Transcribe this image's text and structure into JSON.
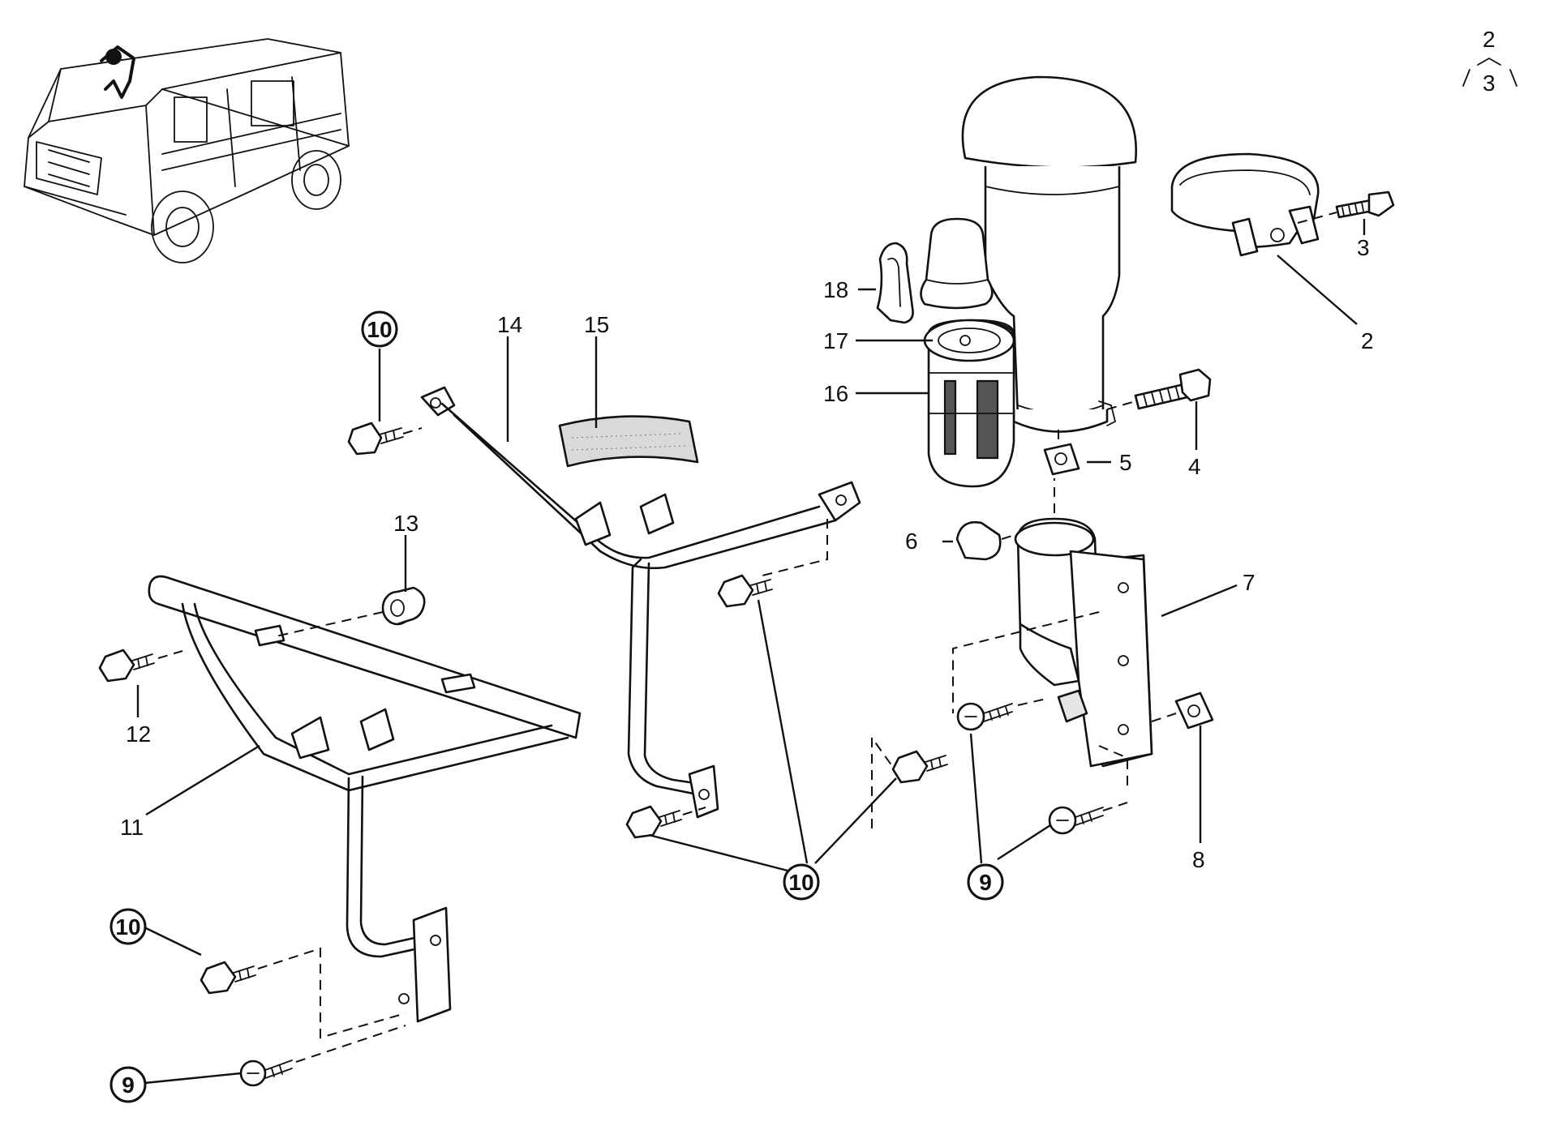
{
  "page_marker": {
    "top": "2",
    "bottom": "3"
  },
  "labels": {
    "p2": "2",
    "p3": "3",
    "p4": "4",
    "p5": "5",
    "p6": "6",
    "p7": "7",
    "p8": "8",
    "p11": "11",
    "p12": "12",
    "p13": "13",
    "p14": "14",
    "p15": "15",
    "p16": "16",
    "p17": "17",
    "p18": "18"
  },
  "circled_labels": {
    "c10_top": "10",
    "c10_mid": "10",
    "c10_left": "10",
    "c9_right": "9",
    "c9_left": "9"
  }
}
